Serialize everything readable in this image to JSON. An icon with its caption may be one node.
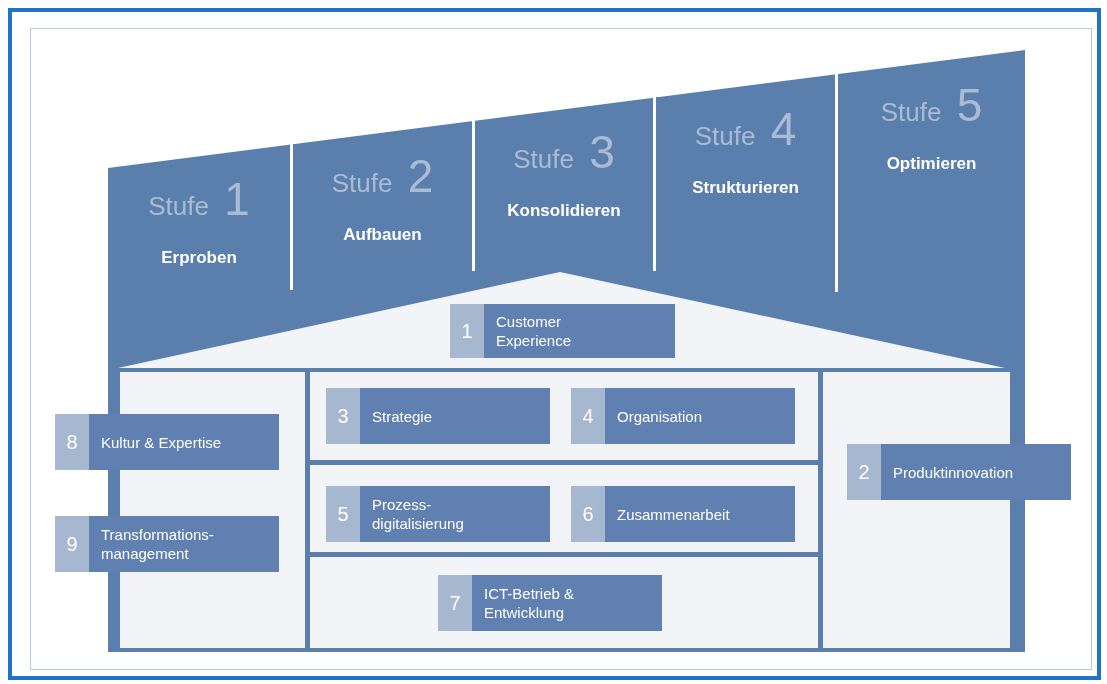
{
  "diagram": {
    "nodes": [
      {
        "text": [
          "Stufe 1",
          "Erproben"
        ]
      },
      {
        "text": [
          "Stufe 2",
          "Aufbauen"
        ]
      },
      {
        "text": [
          "Stufe 3",
          "Konsolidieren"
        ]
      },
      {
        "text": [
          "Stufe 4",
          "Strukturieren"
        ]
      },
      {
        "text": [
          "Stufe 5",
          "Optimieren"
        ]
      },
      {
        "text": [
          "1",
          "Customer Experience"
        ]
      },
      {
        "text": [
          "3",
          "Strategie"
        ]
      },
      {
        "text": [
          "4",
          "Organisation"
        ]
      },
      {
        "text": [
          "8",
          "Kultur & Expertise"
        ]
      },
      {
        "text": [
          "2",
          "Produktinnovation"
        ]
      },
      {
        "text": [
          "5",
          "Prozess- digitalisierung"
        ]
      },
      {
        "text": [
          "6",
          "Zusammenarbeit"
        ]
      },
      {
        "text": [
          "9",
          "Transformations- management"
        ]
      },
      {
        "text": [
          "7",
          "ICT-Betrieb & Entwicklung"
        ]
      }
    ]
  }
}
